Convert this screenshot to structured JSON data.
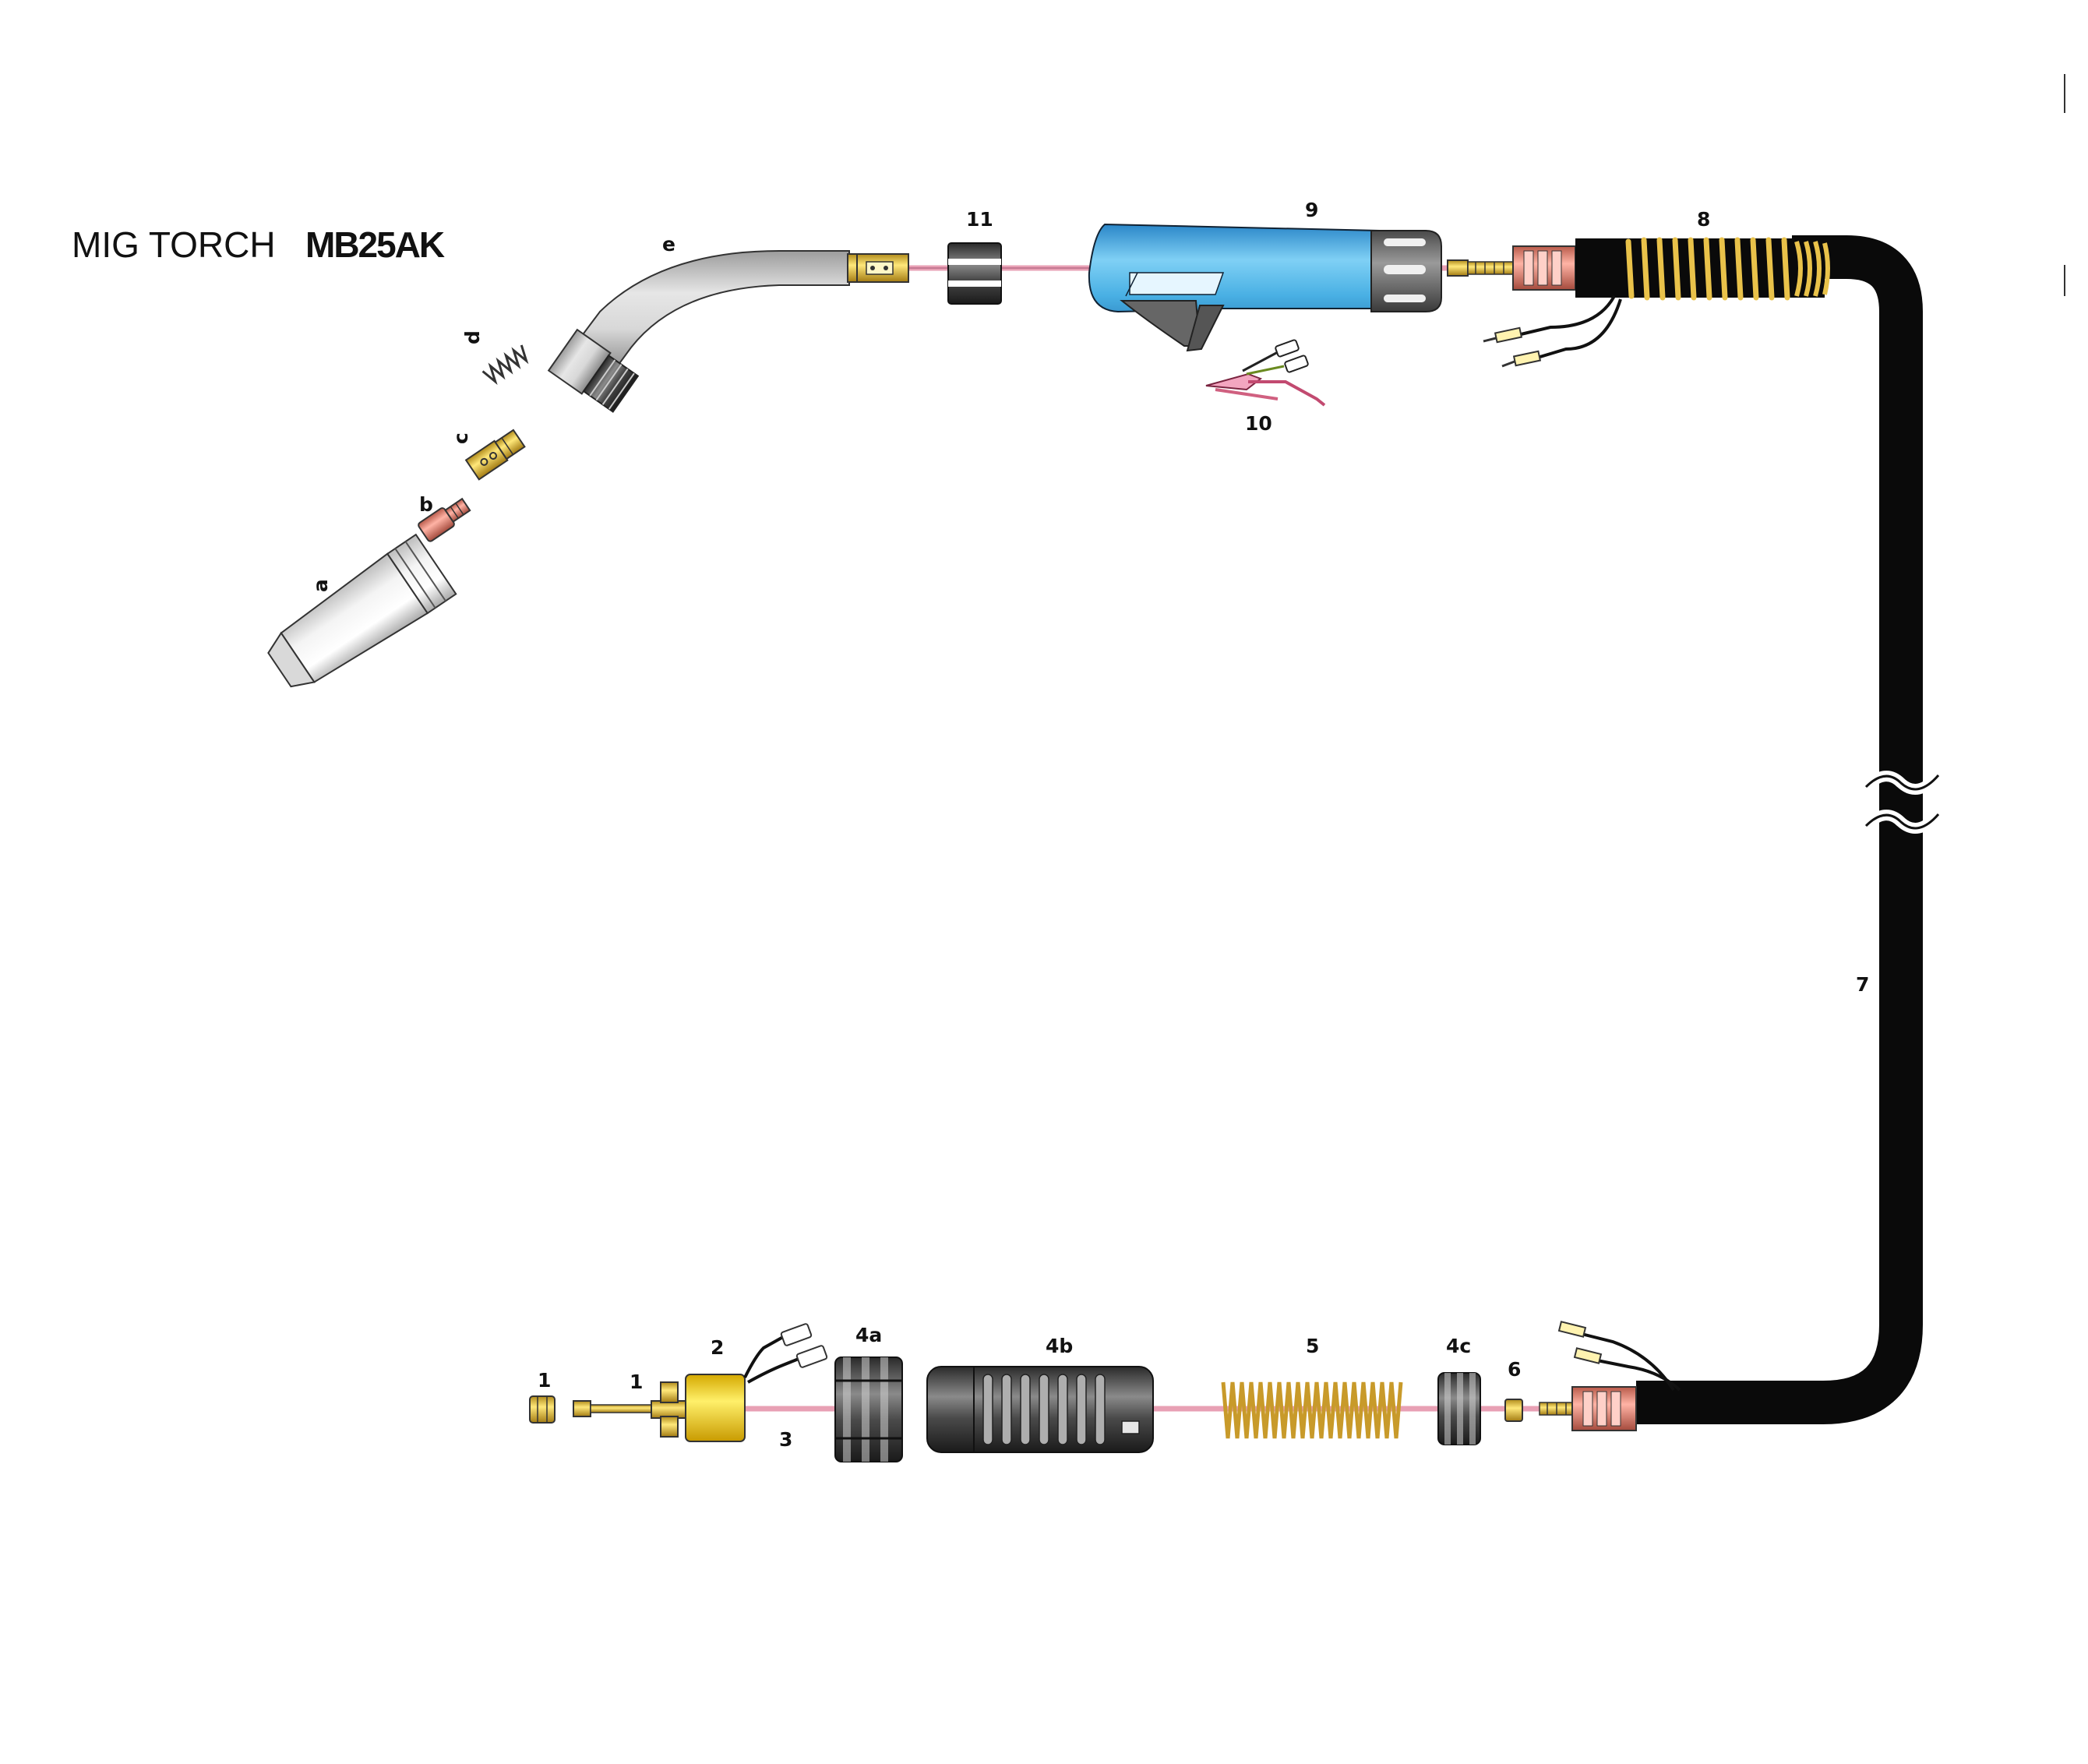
{
  "title": {
    "prefix": "MIG TORCH",
    "model": "MB25AK"
  },
  "labels": {
    "a": "a",
    "b": "b",
    "c": "c",
    "d": "d",
    "e": "e",
    "p1": "1",
    "p1b": "1",
    "p2": "2",
    "p3": "3",
    "p4a": "4a",
    "p4b": "4b",
    "p4c": "4c",
    "p5": "5",
    "p6": "6",
    "p7": "7",
    "p8": "8",
    "p9": "9",
    "p10": "10",
    "p11": "11"
  },
  "colors": {
    "cable": "#0a0a0a",
    "liner": "#e8a0b4",
    "brass": "#f2d64a",
    "copper": "#e58a7a",
    "handle_blue": "#4fb6e6",
    "handle_grey": "#555555",
    "neck_grey": "#c9c9c9",
    "adapter_yellow": "#f5dd3a"
  }
}
